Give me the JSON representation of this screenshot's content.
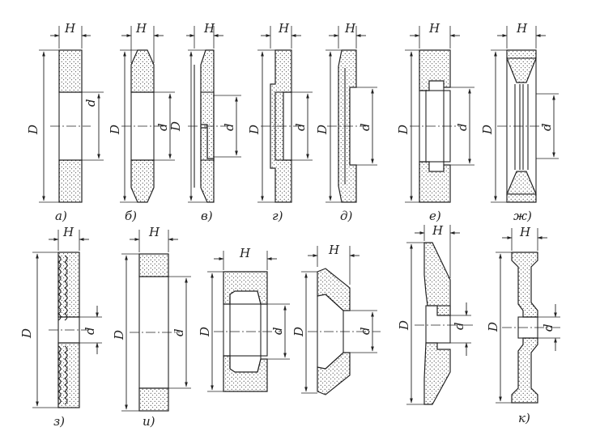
{
  "labels": {
    "H": "H",
    "D": "D",
    "d": "d"
  },
  "figures": [
    {
      "id": "a",
      "caption": "а)"
    },
    {
      "id": "b",
      "caption": "б)"
    },
    {
      "id": "v",
      "caption": "в)"
    },
    {
      "id": "g",
      "caption": "г)"
    },
    {
      "id": "dd",
      "caption": "д)"
    },
    {
      "id": "e",
      "caption": "е)"
    },
    {
      "id": "zh",
      "caption": "ж)"
    },
    {
      "id": "z",
      "caption": "з)"
    },
    {
      "id": "i",
      "caption": "и)"
    },
    {
      "id": "cup",
      "caption": ""
    },
    {
      "id": "cone",
      "caption": ""
    },
    {
      "id": "dish",
      "caption": ""
    },
    {
      "id": "k",
      "caption": "к)"
    }
  ]
}
